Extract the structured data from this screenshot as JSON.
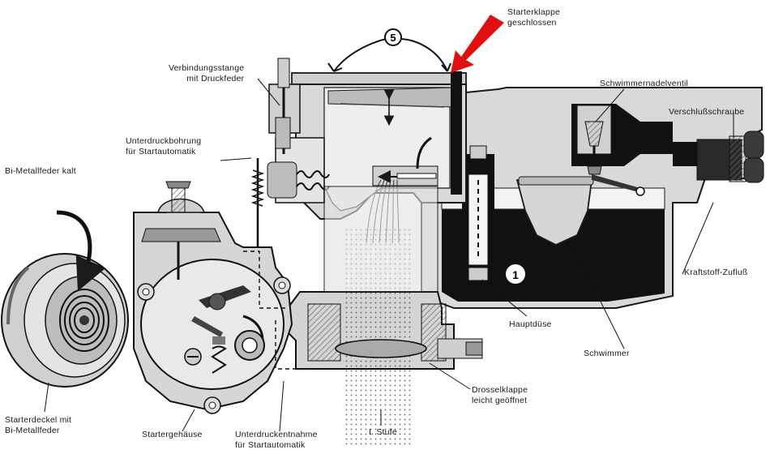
{
  "labels": {
    "starterklappe": {
      "line1": "Starterklappe",
      "line2": "geschlossen"
    },
    "verbindungsstange": {
      "line1": "Verbindungsstange",
      "line2": "mit Druckfeder"
    },
    "schwimmernadelventil": {
      "line1": "Schwimmernadelventil"
    },
    "verschlussschraube": {
      "line1": "Verschlußschraube"
    },
    "unterdruckbohrung": {
      "line1": "Unterdruckbohrung",
      "line2": "für Startautomatik"
    },
    "bimetallfeder_kalt": {
      "line1": "Bi-Metallfeder kalt"
    },
    "kraftstoff_zufluss": {
      "line1": "Kraftstoff-Zufluß"
    },
    "hauptduese": {
      "line1": "Hauptdüse"
    },
    "schwimmer": {
      "line1": "Schwimmer"
    },
    "drosselklappe": {
      "line1": "Drosselklappe",
      "line2": "leicht geöffnet"
    },
    "starterdeckel": {
      "line1": "Starterdeckel mit",
      "line2": "Bi-Metallfeder"
    },
    "startergehaeuse": {
      "line1": "Startergehäuse"
    },
    "unterdruckentnahme": {
      "line1": "Unterdruckentnahme",
      "line2": "für Startautomatik"
    },
    "stufe": {
      "line1": "I. Stufe"
    }
  },
  "markers": {
    "five": "5",
    "one": "1"
  },
  "colors": {
    "ink": "#1a1a1a",
    "body": "#d9d9d9",
    "body_dark": "#9a9a9a",
    "fuel": "#111111",
    "arrow": "#e01010",
    "paper": "#ffffff"
  }
}
